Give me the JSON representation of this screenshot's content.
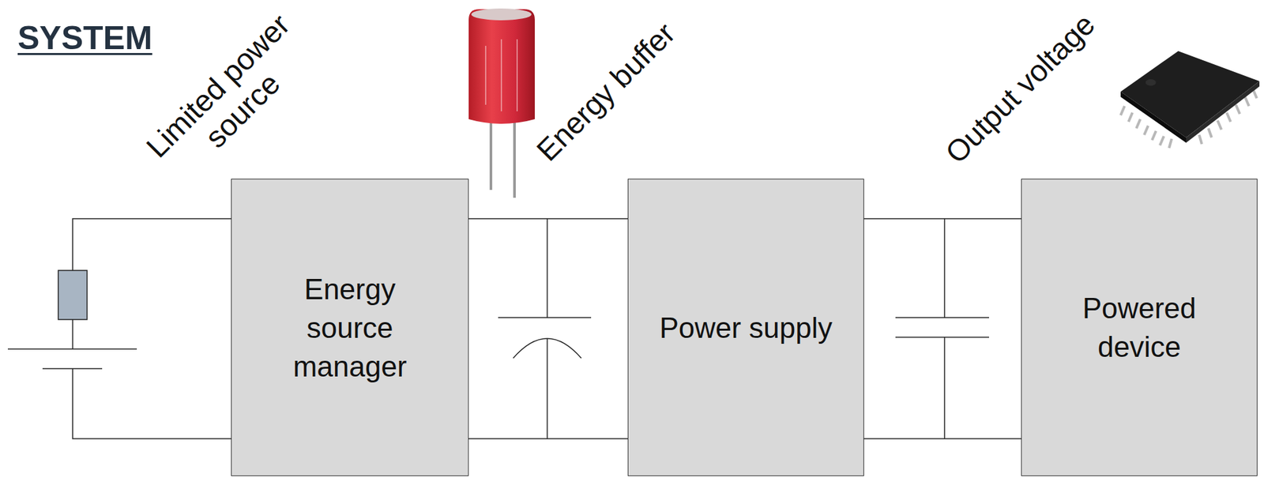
{
  "diagram": {
    "title": "SYSTEM",
    "nodes": [
      {
        "text": [
          "Energy source manager"
        ]
      },
      {
        "text": [
          "Power supply"
        ]
      },
      {
        "text": [
          "Powered device"
        ]
      }
    ],
    "edges": [
      {
        "from": 0,
        "to": 1,
        "arrow": "none"
      },
      {
        "from": 0,
        "to": 1,
        "arrow": "none"
      },
      {
        "from": 1,
        "to": 2,
        "arrow": "none"
      },
      {
        "from": 1,
        "to": 2,
        "arrow": "none"
      }
    ],
    "labels": [
      "Limited power source",
      "Energy buffer",
      "Output voltage"
    ]
  }
}
